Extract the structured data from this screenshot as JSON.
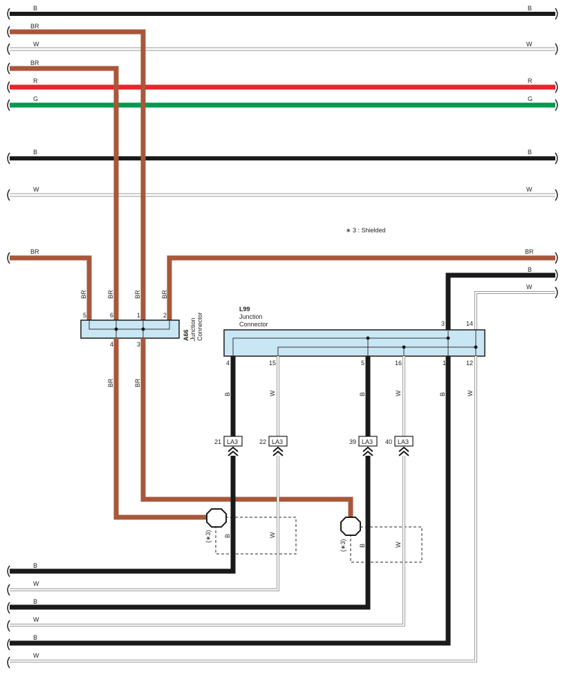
{
  "colors": {
    "B": "#1a1a1a",
    "BR": "#a8573a",
    "R": "#e8242b",
    "G": "#009a4e",
    "W": "#ffffff",
    "connector_fill": "#c9e6f4"
  },
  "note": "∗ 3 : Shielded",
  "bus_labels": {
    "b1": "B",
    "br1": "BR",
    "w1": "W",
    "br2": "BR",
    "r": "R",
    "g": "G",
    "b2": "B",
    "w2": "W",
    "br3": "BR",
    "br4": "BR",
    "b3": "B",
    "w3": "W",
    "bot_b1": "B",
    "bot_w1": "W",
    "bot_b2": "B",
    "bot_w2": "W",
    "bot_b3": "B",
    "bot_w3": "W"
  },
  "a66": {
    "code": "A66",
    "name_line1": "Junction",
    "name_line2": "Connector",
    "top_pins": [
      "5",
      "6",
      "1",
      "2"
    ],
    "bottom_pins": [
      "4",
      "3"
    ],
    "wire_labels": {
      "in5": "BR",
      "in6": "BR",
      "in1": "BR",
      "in2": "BR",
      "out4": "BR",
      "out3": "BR"
    }
  },
  "l99": {
    "code": "L99",
    "name_line1": "Junction",
    "name_line2": "Connector",
    "top_pins": [
      "3",
      "14"
    ],
    "bottom_pins": [
      "4",
      "15",
      "5",
      "16",
      "1",
      "12"
    ],
    "wire_labels": {
      "p4": "B",
      "p15": "W",
      "p5": "B",
      "p16": "W",
      "p1": "B",
      "p12": "W"
    }
  },
  "la3": {
    "label": "LA3",
    "pins": [
      "21",
      "22",
      "39",
      "40"
    ]
  },
  "shield_groups": [
    {
      "ref": "(∗3)",
      "b": "B",
      "w": "W"
    },
    {
      "ref": "(∗3)",
      "b": "B",
      "w": "W"
    }
  ]
}
